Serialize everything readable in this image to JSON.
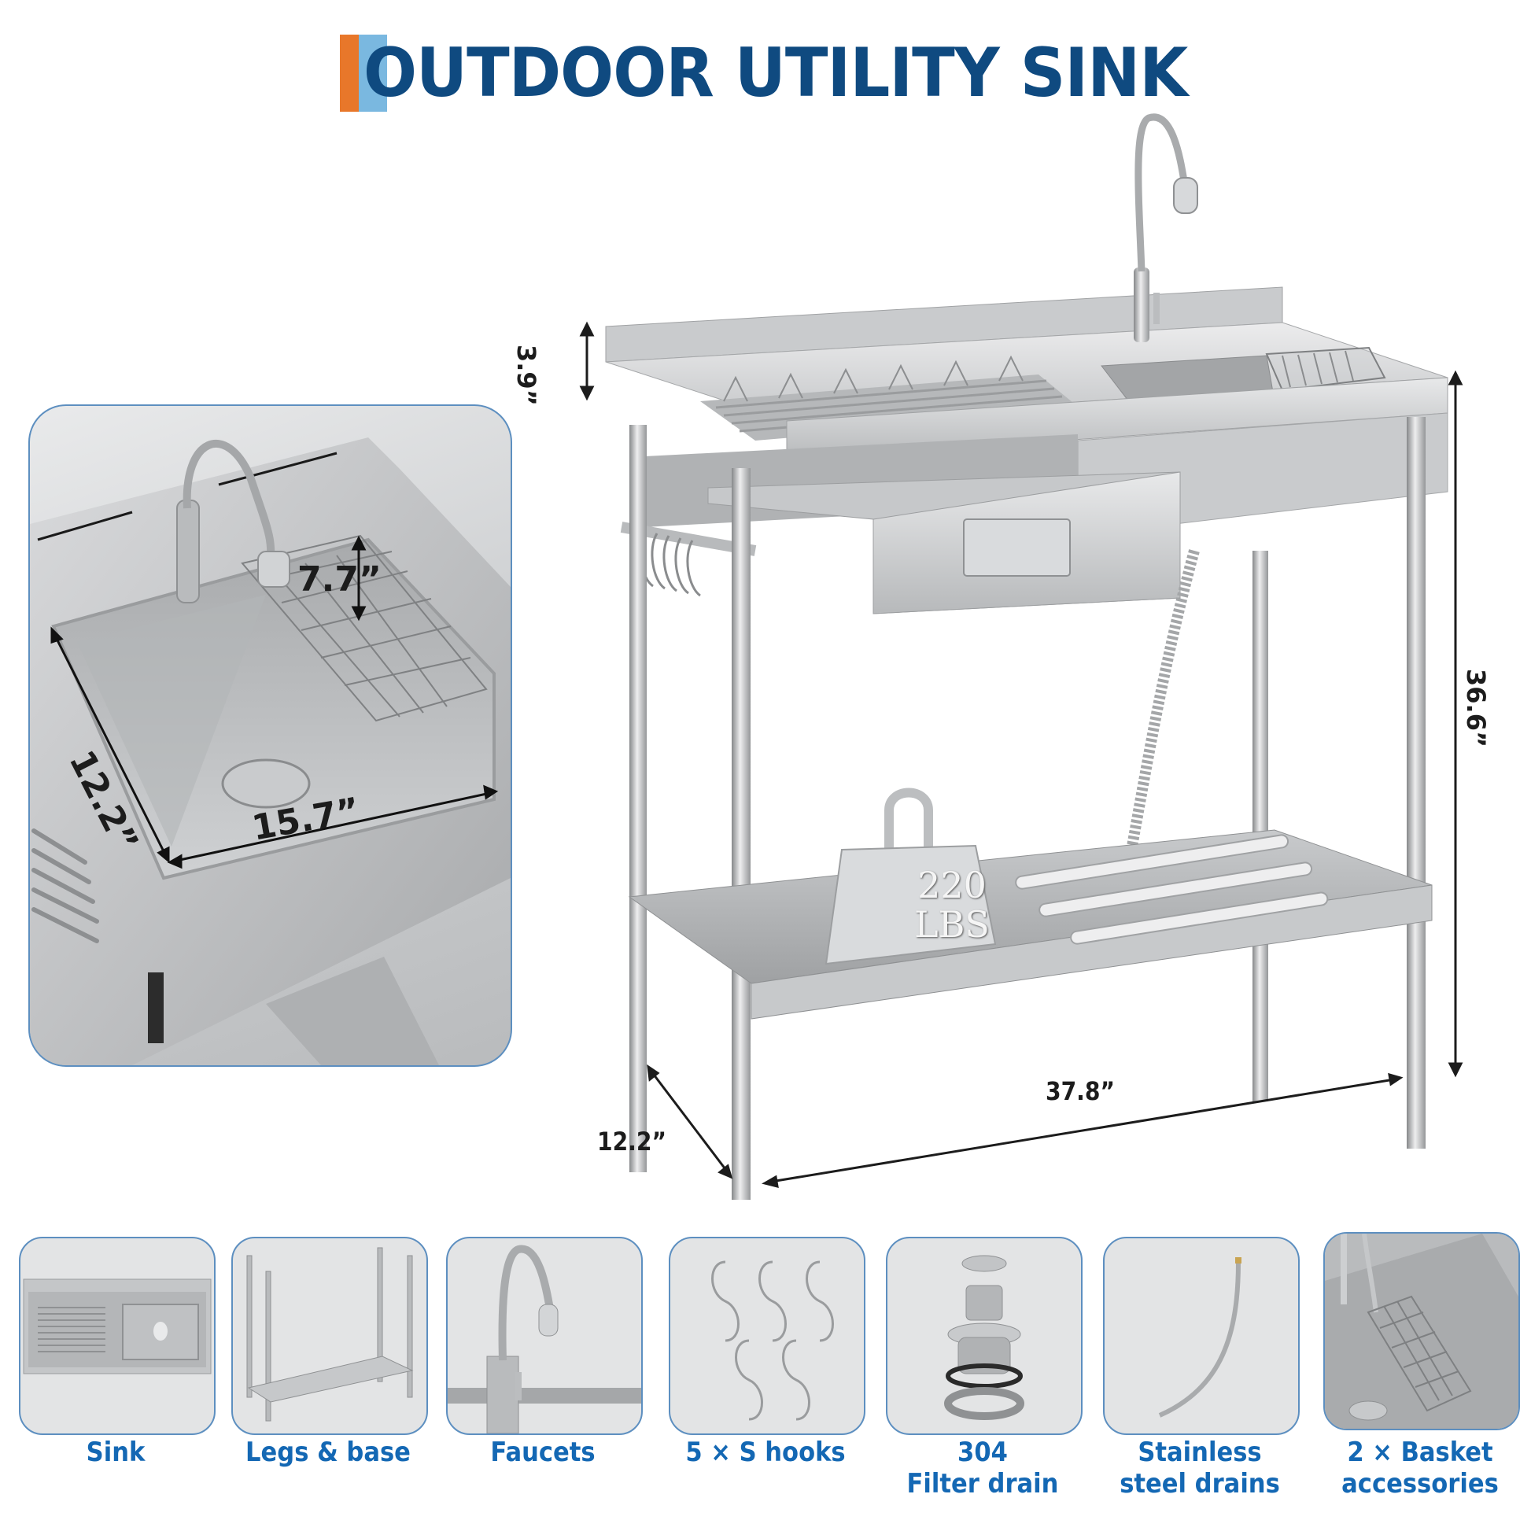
{
  "title": "OUTDOOR UTILITY SINK",
  "colors": {
    "title_text": "#0f4a80",
    "accent_orange": "#e8772a",
    "accent_light_blue": "#7ab8e0",
    "card_border": "#5d8fc0",
    "label_blue": "#1468b4",
    "dimension_text": "#1c1c1c"
  },
  "inset": {
    "description": "Close-up of sink basin with faucet and wire basket",
    "dimensions": {
      "basket_depth": "7.7”",
      "basin_width": "12.2”",
      "basin_length": "15.7”"
    }
  },
  "main_product": {
    "description": "Freestanding stainless steel utility sink with drainboard, drawer, S hooks, lower shelf",
    "dimensions": {
      "backsplash_height": "3.9”",
      "total_height": "36.6”",
      "length": "37.8”",
      "depth": "12.2”"
    },
    "load_capacity": {
      "value": "220",
      "unit": "LBS"
    }
  },
  "accessories": [
    {
      "label": "Sink",
      "icon": "sink-top-view"
    },
    {
      "label": "Legs & base",
      "icon": "legs-and-shelf"
    },
    {
      "label": "Faucets",
      "icon": "faucet"
    },
    {
      "label": "5 × S hooks",
      "icon": "s-hooks"
    },
    {
      "label_line1": "304",
      "label_line2": "Filter drain",
      "icon": "filter-drain"
    },
    {
      "label_line1": "Stainless",
      "label_line2": "steel drains",
      "icon": "drain-hose"
    },
    {
      "label_line1": "2 × Basket",
      "label_line2": "accessories",
      "icon": "basket"
    }
  ]
}
